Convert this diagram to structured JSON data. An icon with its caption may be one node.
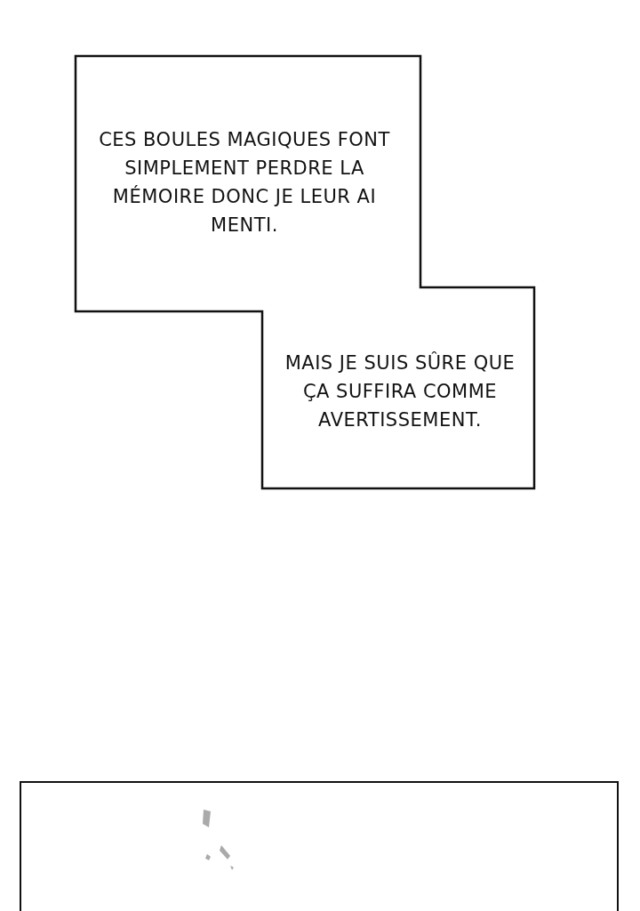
{
  "diagram": {
    "nodes": [
      {
        "text": [
          "CES BOULES MAGIQUES FONT SIMPLEMENT PERDRE LA MÉMOIRE DONC JE LEUR AI MENTI."
        ]
      },
      {
        "text": [
          "MAIS JE SUIS SÛRE QUE ÇA SUFFIRA COMME AVERTISSEMENT."
        ]
      },
      {
        "text": [],
        "shape": "box"
      }
    ]
  }
}
